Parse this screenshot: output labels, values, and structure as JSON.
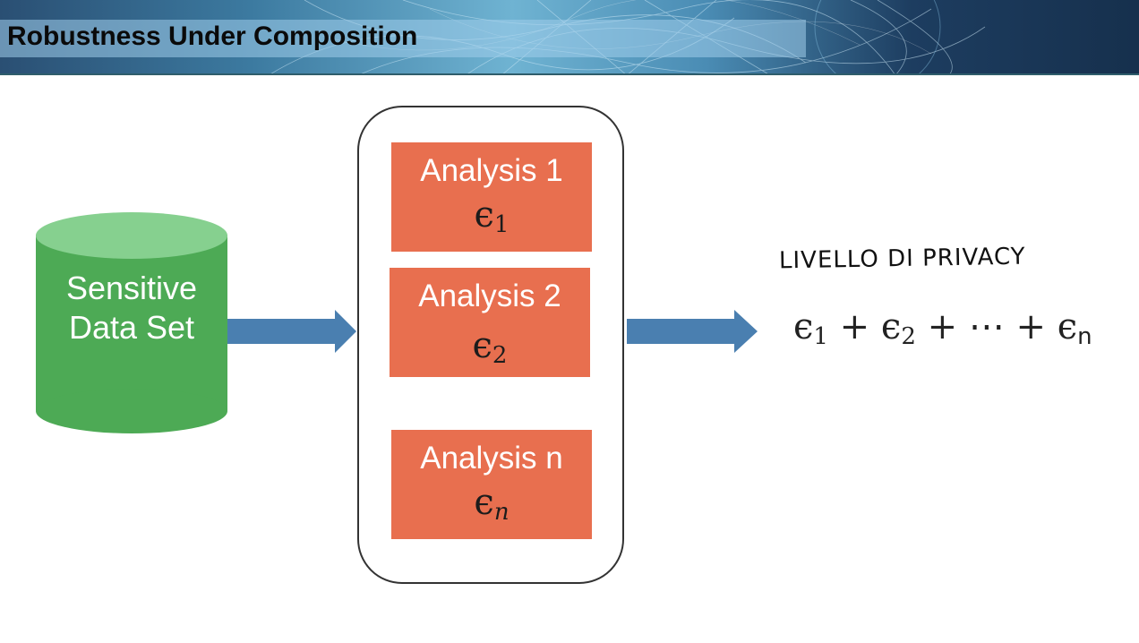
{
  "slide": {
    "title": "Robustness Under Composition"
  },
  "diagram": {
    "data_source": {
      "line1": "Sensitive",
      "line2": "Data Set",
      "color_body": "#4daa55",
      "color_top": "#86d08f"
    },
    "analyses": [
      {
        "label": "Analysis 1",
        "epsilon": "ϵ",
        "subscript": "1"
      },
      {
        "label": "Analysis 2",
        "epsilon": "ϵ",
        "subscript": "2"
      },
      {
        "label": "Analysis n",
        "epsilon": "ϵ",
        "subscript": "n"
      }
    ],
    "analysis_color": "#e86f4f",
    "arrow_color": "#4a7fb0",
    "annotation": "LIVELLO DI PRIVACY",
    "formula": {
      "eps": "ϵ",
      "sub1": "1",
      "sub2": "2",
      "subn": "n",
      "plus": "+",
      "dots": "⋯"
    }
  }
}
